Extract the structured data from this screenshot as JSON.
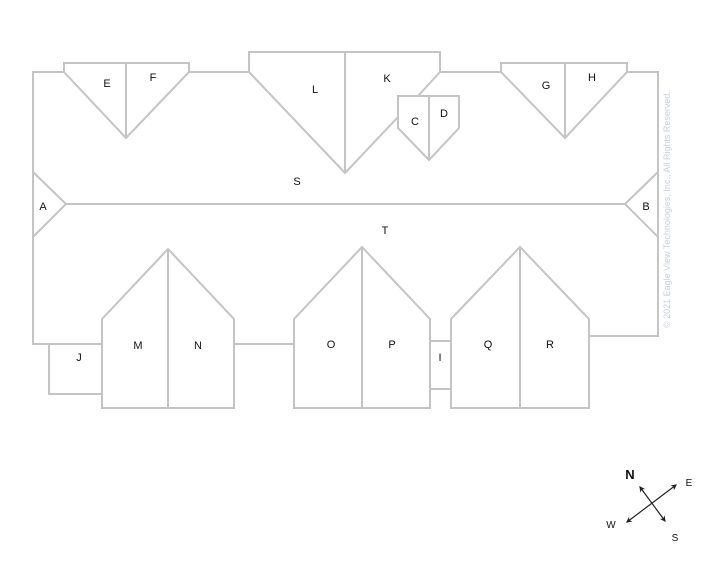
{
  "diagram": {
    "facets": [
      "A",
      "B",
      "C",
      "D",
      "E",
      "F",
      "G",
      "H",
      "I",
      "J",
      "K",
      "L",
      "M",
      "N",
      "O",
      "P",
      "Q",
      "R",
      "S",
      "T"
    ],
    "line_color": "#c4c4c4"
  },
  "compass": {
    "north": "N",
    "east": "E",
    "south": "S",
    "west": "W"
  },
  "copyright": "© 2021 Eagle View Technologies, Inc., All Rights Reserved."
}
